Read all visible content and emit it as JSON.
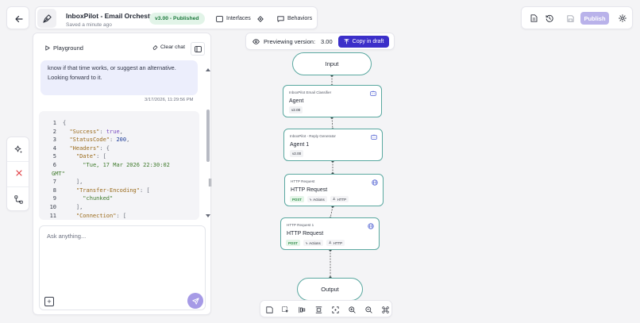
{
  "header": {
    "workflow_name": "InboxPilot - Email Orchestr…",
    "saved_status": "Saved a minute ago",
    "version_badge": "v3.00 - Published",
    "interfaces_label": "Interfaces",
    "behaviors_label": "Behaviors",
    "publish_label": "Publish"
  },
  "playground": {
    "title": "Playground",
    "clear_chat_label": "Clear chat",
    "message_lines": [
      "know if that time works, or suggest an alternative.",
      "Looking forward to it."
    ],
    "message_timestamp": "3/17/2026, 11:29:56 PM",
    "input_placeholder": "Ask anything...",
    "code_lines": [
      {
        "n": "1",
        "segs": [
          [
            "pun",
            "{"
          ]
        ]
      },
      {
        "n": "2",
        "segs": [
          [
            "pun",
            "  "
          ],
          [
            "key",
            "\"Success\""
          ],
          [
            "pun",
            ": "
          ],
          [
            "bool",
            "true"
          ],
          [
            "pun",
            ","
          ]
        ]
      },
      {
        "n": "3",
        "segs": [
          [
            "pun",
            "  "
          ],
          [
            "key",
            "\"StatusCode\""
          ],
          [
            "pun",
            ": "
          ],
          [
            "num",
            "200"
          ],
          [
            "pun",
            ","
          ]
        ]
      },
      {
        "n": "4",
        "segs": [
          [
            "pun",
            "  "
          ],
          [
            "key",
            "\"Headers\""
          ],
          [
            "pun",
            ": {"
          ]
        ]
      },
      {
        "n": "5",
        "segs": [
          [
            "pun",
            "    "
          ],
          [
            "key",
            "\"Date\""
          ],
          [
            "pun",
            ": ["
          ]
        ]
      },
      {
        "n": "6",
        "segs": [
          [
            "pun",
            "      "
          ],
          [
            "str",
            "\"Tue, 17 Mar 2026 22:30:02"
          ]
        ]
      },
      {
        "n": "",
        "segs": [
          [
            "str",
            "GMT\""
          ]
        ]
      },
      {
        "n": "7",
        "segs": [
          [
            "pun",
            "    ],"
          ]
        ]
      },
      {
        "n": "8",
        "segs": [
          [
            "pun",
            "    "
          ],
          [
            "key",
            "\"Transfer-Encoding\""
          ],
          [
            "pun",
            ": ["
          ]
        ]
      },
      {
        "n": "9",
        "segs": [
          [
            "pun",
            "      "
          ],
          [
            "str",
            "\"chunked\""
          ]
        ]
      },
      {
        "n": "10",
        "segs": [
          [
            "pun",
            "    ],"
          ]
        ]
      },
      {
        "n": "11",
        "segs": [
          [
            "pun",
            "    "
          ],
          [
            "key",
            "\"Connection\""
          ],
          [
            "pun",
            ": ["
          ]
        ]
      }
    ]
  },
  "preview": {
    "label": "Previewing version:",
    "version": "3.00",
    "copy_label": "Copy in draft"
  },
  "flow": {
    "input_label": "Input",
    "output_label": "Output",
    "nodes": [
      {
        "sub": "InboxPilot Email Classifier",
        "title": "Agent",
        "version": "v2.00",
        "kind": "agent"
      },
      {
        "sub": "InboxPilot - Reply Generator",
        "title": "Agent 1",
        "version": "v2.00",
        "kind": "agent"
      },
      {
        "sub": "HTTP Request",
        "title": "HTTP Request",
        "method": "POST",
        "actions": "Actions",
        "protocol": "HTTP",
        "kind": "http"
      },
      {
        "sub": "HTTP Request 1",
        "title": "HTTP Request",
        "method": "POST",
        "actions": "Actions",
        "protocol": "HTTP",
        "kind": "http"
      }
    ]
  },
  "colors": {
    "accent": "#3b2fc9",
    "publish_disabled": "#b9b2ea",
    "node_border": "#5aa8a0",
    "published_badge_bg": "#e2f4e8",
    "published_badge_text": "#1e7a3e",
    "danger": "#e0393e"
  }
}
